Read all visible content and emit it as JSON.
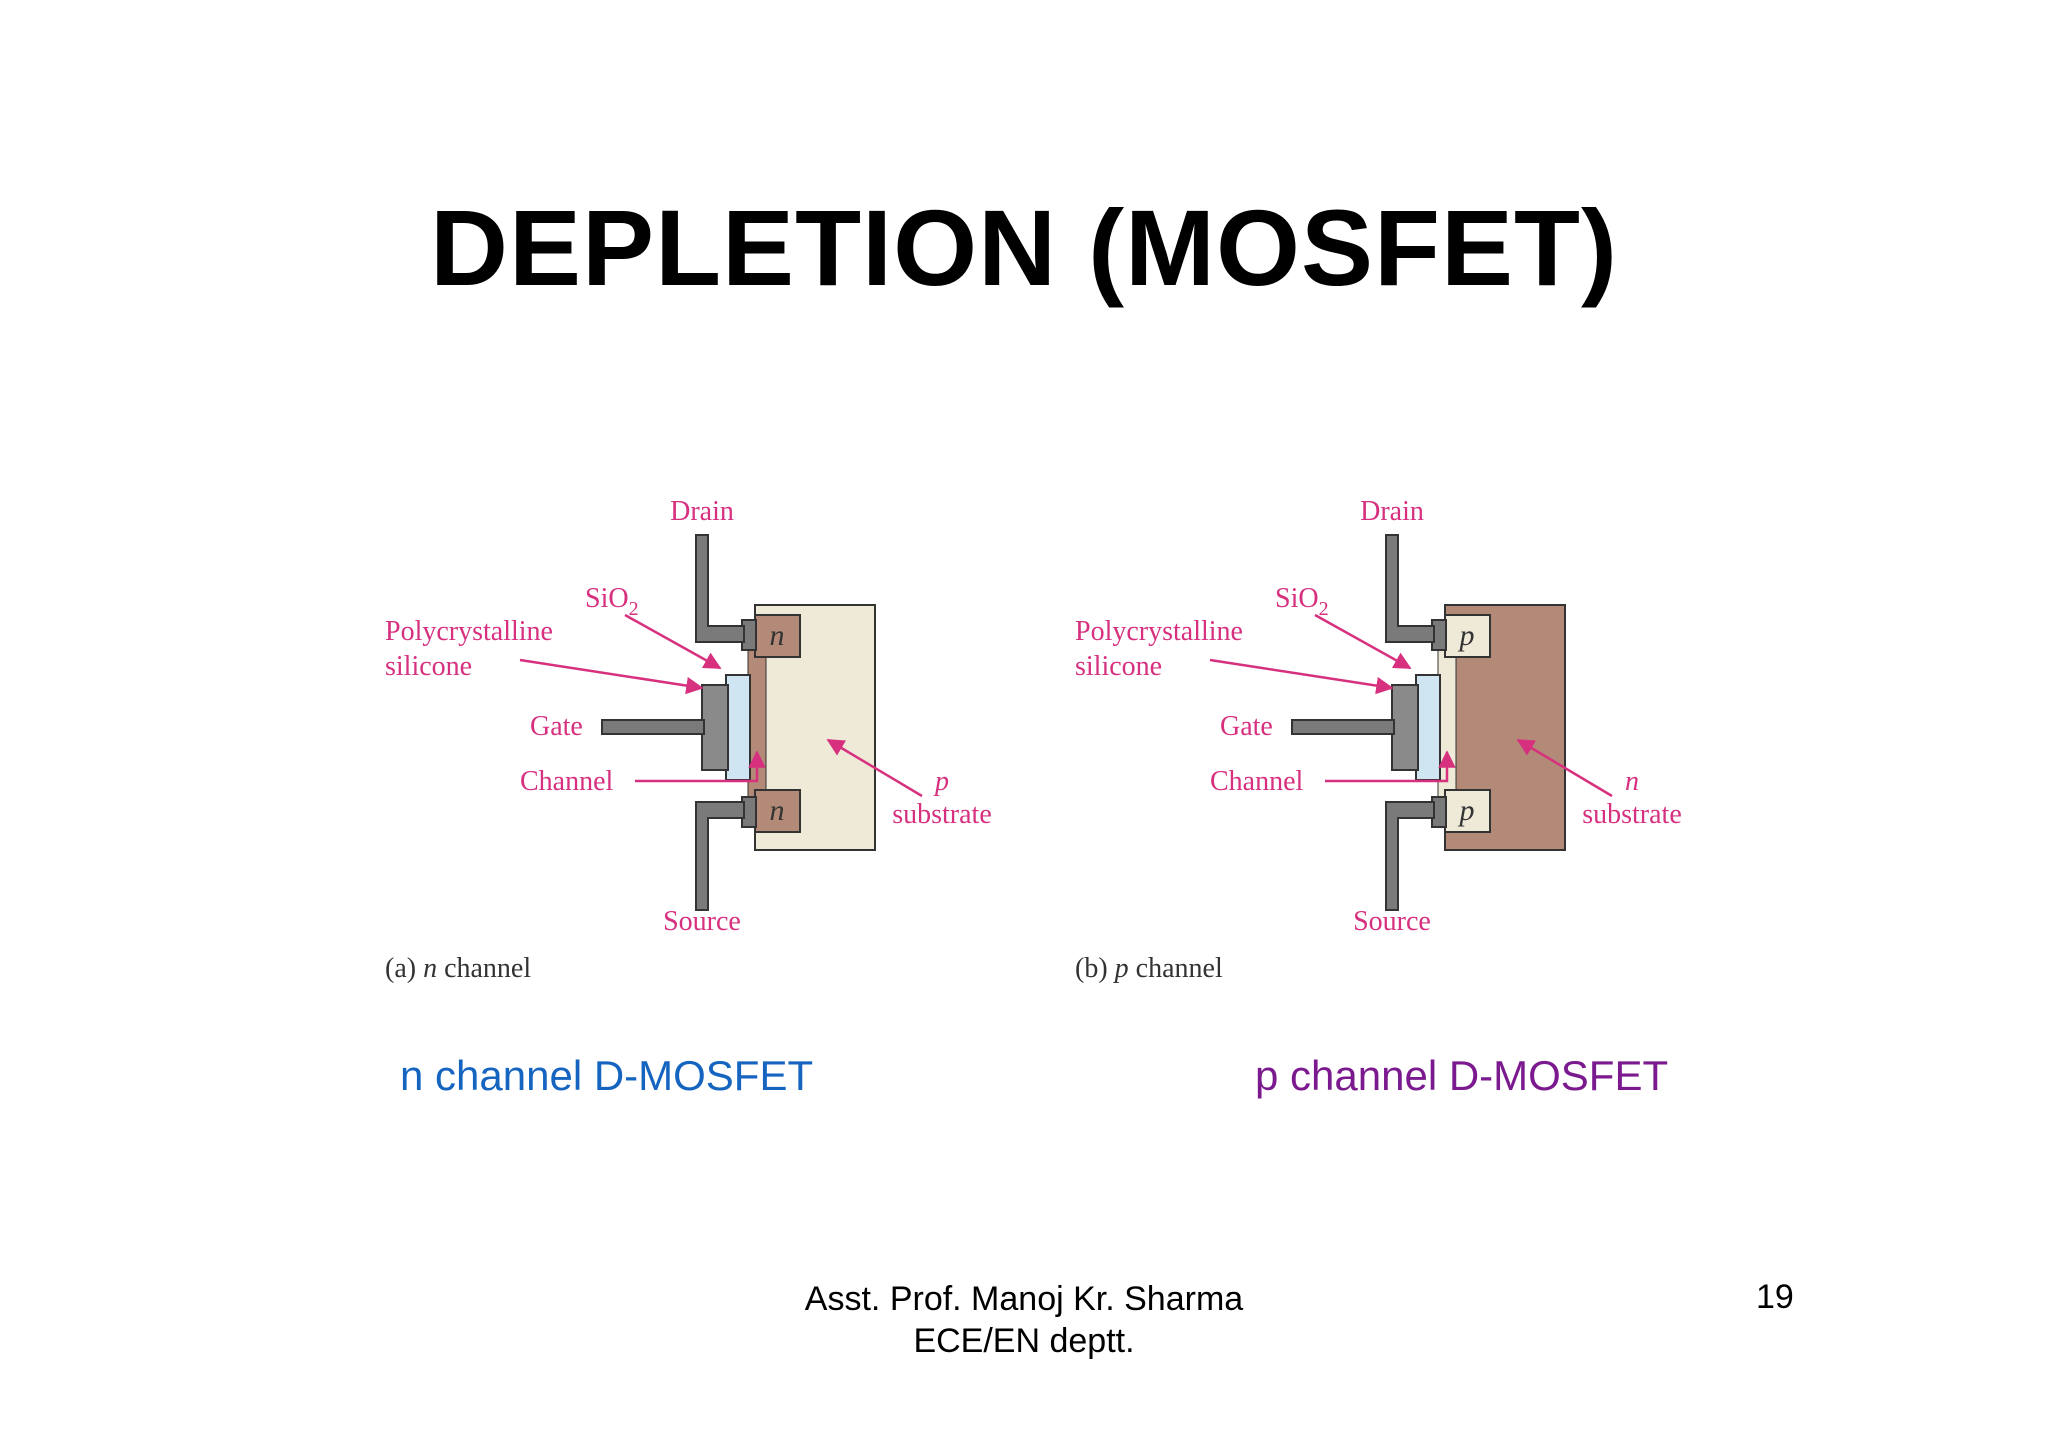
{
  "title": "DEPLETION  (MOSFET)",
  "diagram_n": {
    "drain": "Drain",
    "sio2": "SiO",
    "sio2_sub": "2",
    "poly1": "Polycrystalline",
    "poly2": "silicone",
    "gate": "Gate",
    "channel": "Channel",
    "source": "Source",
    "region_top": "n",
    "region_bottom": "n",
    "substrate_type": "p",
    "substrate": "substrate",
    "caption_prefix": "(a)",
    "caption_type": "n",
    "caption_word": "channel"
  },
  "diagram_p": {
    "drain": "Drain",
    "sio2": "SiO",
    "sio2_sub": "2",
    "poly1": "Polycrystalline",
    "poly2": "silicone",
    "gate": "Gate",
    "channel": "Channel",
    "source": "Source",
    "region_top": "p",
    "region_bottom": "p",
    "substrate_type": "n",
    "substrate": "substrate",
    "caption_prefix": "(b)",
    "caption_type": "p",
    "caption_word": "channel"
  },
  "caption_n": "n channel D-MOSFET",
  "caption_p": "p channel D-MOSFET",
  "footer": {
    "line1": "Asst. Prof. Manoj Kr. Sharma",
    "line2": "ECE/EN  deptt."
  },
  "page_number": "19",
  "colors": {
    "label": "#d6307f",
    "n_substrate": "#b38a77",
    "p_substrate": "#efe9d8",
    "oxide": "#cfe6f2",
    "metal": "#7a7a7a",
    "caption_n": "#1565c0",
    "caption_p": "#7b1a8e"
  }
}
